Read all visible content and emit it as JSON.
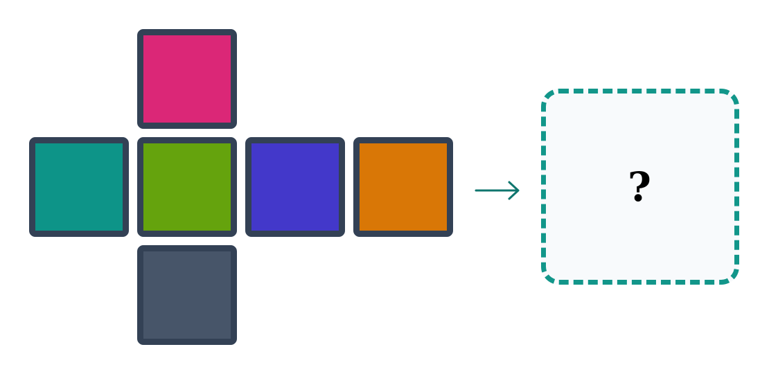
{
  "net": {
    "faces": [
      {
        "id": "face-top",
        "name": "net-face-top",
        "color": "#db2777"
      },
      {
        "id": "face-left",
        "name": "net-face-left",
        "color": "#0d9488"
      },
      {
        "id": "face-front",
        "name": "net-face-center",
        "color": "#65a30d"
      },
      {
        "id": "face-right",
        "name": "net-face-right",
        "color": "#4338ca"
      },
      {
        "id": "face-back",
        "name": "net-face-far-right",
        "color": "#d97706"
      },
      {
        "id": "face-bottom",
        "name": "net-face-bottom",
        "color": "#475569"
      }
    ],
    "border_color": "#334155"
  },
  "arrow": {
    "icon": "right-arrow-icon",
    "color": "#0f766e"
  },
  "answer": {
    "text": "?",
    "border_color": "#12968a",
    "background": "#f8fafc"
  }
}
